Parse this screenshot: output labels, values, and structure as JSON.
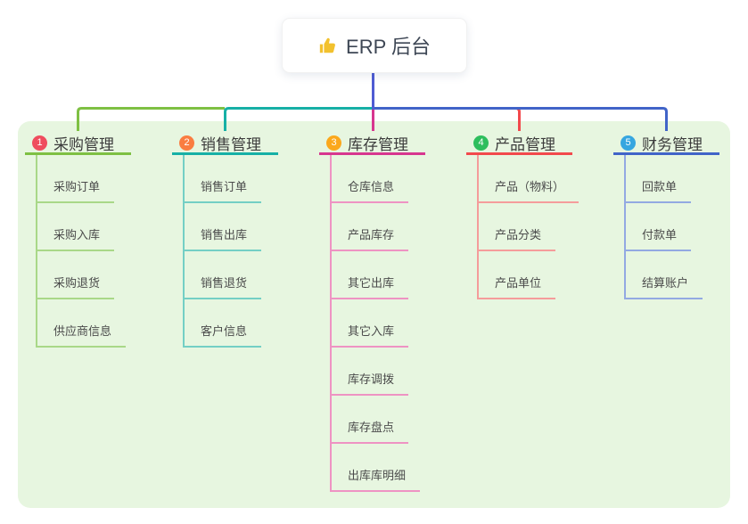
{
  "root": {
    "icon": "thumbs-up",
    "title": "ERP 后台"
  },
  "colors": {
    "panel_bg": "#e7f6e0",
    "trunk": "#4f5cd3",
    "root_icon": "#f2c12e"
  },
  "branches": [
    {
      "index": "1",
      "title": "采购管理",
      "badge_color": "#ef4d5e",
      "line_color": "#7ec043",
      "child_line_color": "#a9d888",
      "children": [
        "采购订单",
        "采购入库",
        "采购退货",
        "供应商信息"
      ]
    },
    {
      "index": "2",
      "title": "销售管理",
      "badge_color": "#fa7d41",
      "line_color": "#16b0a6",
      "child_line_color": "#74cfc5",
      "children": [
        "销售订单",
        "销售出库",
        "销售退货",
        "客户信息"
      ]
    },
    {
      "index": "3",
      "title": "库存管理",
      "badge_color": "#fba81c",
      "line_color": "#d7368f",
      "child_line_color": "#ee93c3",
      "children": [
        "仓库信息",
        "产品库存",
        "其它出库",
        "其它入库",
        "库存调拨",
        "库存盘点",
        "出库库明细"
      ]
    },
    {
      "index": "4",
      "title": "产品管理",
      "badge_color": "#2ebe5d",
      "line_color": "#f2494c",
      "child_line_color": "#f59c9b",
      "children": [
        "产品（物料）",
        "产品分类",
        "产品单位"
      ]
    },
    {
      "index": "5",
      "title": "财务管理",
      "badge_color": "#36a6e0",
      "line_color": "#4164c8",
      "child_line_color": "#93a9e2",
      "children": [
        "回款单",
        "付款单",
        "结算账户"
      ]
    }
  ]
}
